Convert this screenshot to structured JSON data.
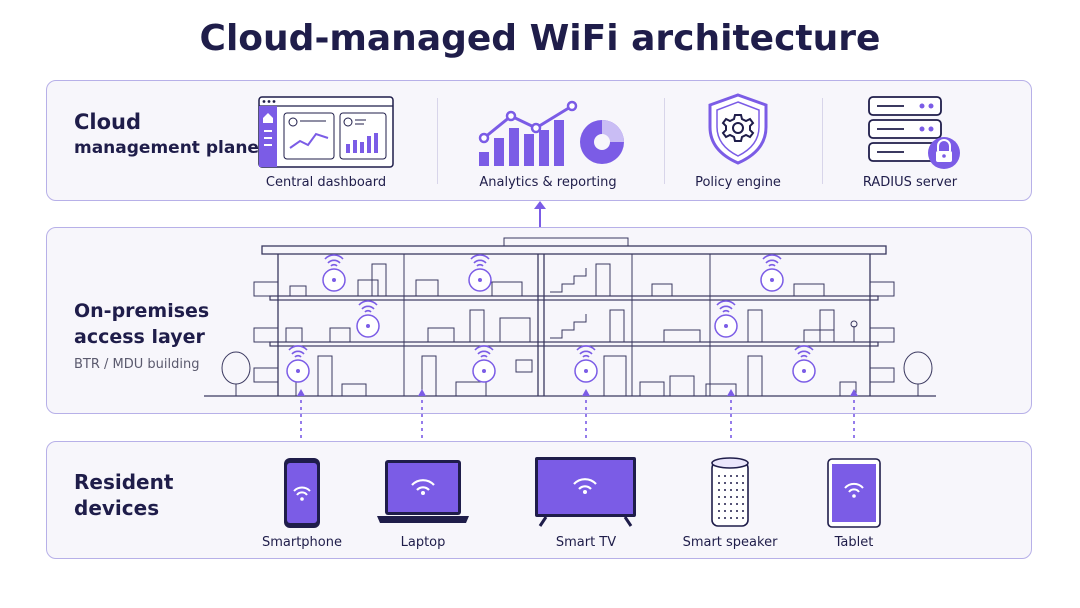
{
  "title": "Cloud-managed WiFi architecture",
  "layers": {
    "cloud": {
      "label_line1": "Cloud",
      "label_line2": "management plane",
      "items": [
        {
          "label": "Central dashboard",
          "icon": "dashboard-icon"
        },
        {
          "label": "Analytics & reporting",
          "icon": "analytics-chart-icon"
        },
        {
          "label": "Policy engine",
          "icon": "shield-gear-icon"
        },
        {
          "label": "RADIUS server",
          "icon": "server-lock-icon"
        }
      ]
    },
    "access": {
      "label_line1": "On-premises",
      "label_line2": "access layer",
      "subtitle": "BTR / MDU building",
      "icon": "apartment-building-icon"
    },
    "devices": {
      "label_line1": "Resident",
      "label_line2": "devices",
      "items": [
        {
          "label": "Smartphone",
          "icon": "smartphone-icon"
        },
        {
          "label": "Laptop",
          "icon": "laptop-icon"
        },
        {
          "label": "Smart TV",
          "icon": "tv-icon"
        },
        {
          "label": "Smart speaker",
          "icon": "speaker-icon"
        },
        {
          "label": "Tablet",
          "icon": "tablet-icon"
        }
      ]
    }
  },
  "colors": {
    "accent": "#7b5ce6",
    "border": "#b7b0e8",
    "panel_bg": "#f7f6fb",
    "text": "#1f1d4a"
  }
}
